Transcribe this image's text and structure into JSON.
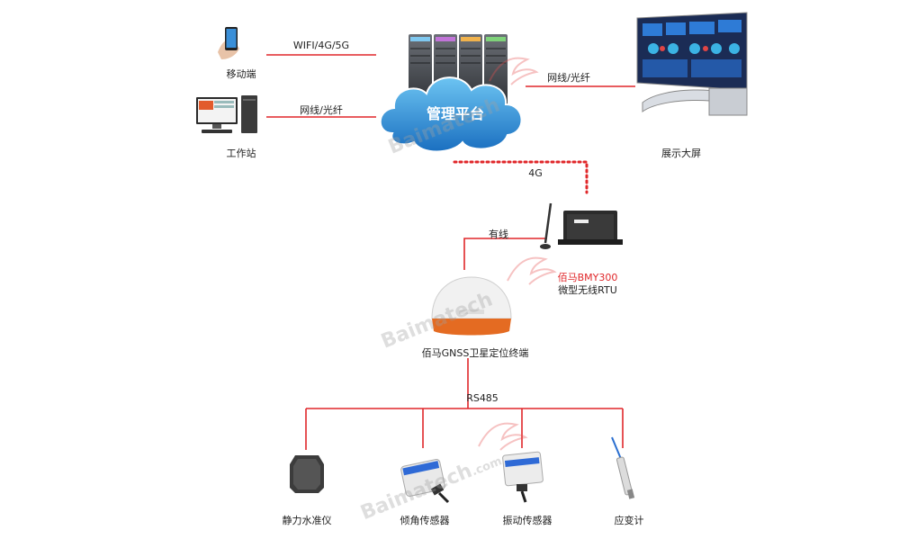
{
  "platform": {
    "label": "管理平台"
  },
  "nodes": {
    "mobile": "移动端",
    "workstation": "工作站",
    "display": "展示大屏",
    "rtu_brand": "佰马BMY300",
    "rtu_desc": "微型无线RTU",
    "gnss": "佰马GNSS卫星定位终端",
    "level": "静力水准仪",
    "tilt": "倾角传感器",
    "vibration": "振动传感器",
    "strain": "应变计"
  },
  "links": {
    "mobile": "WIFI/4G/5G",
    "workstation": "网线/光纤",
    "display": "网线/光纤",
    "rtu": "4G",
    "gnss": "有线",
    "bus": "RS485"
  },
  "watermark": {
    "brand": "Baimatech",
    "domain": ".com"
  },
  "colors": {
    "line": "#e0272a",
    "cloud": "#1e7cc8"
  }
}
